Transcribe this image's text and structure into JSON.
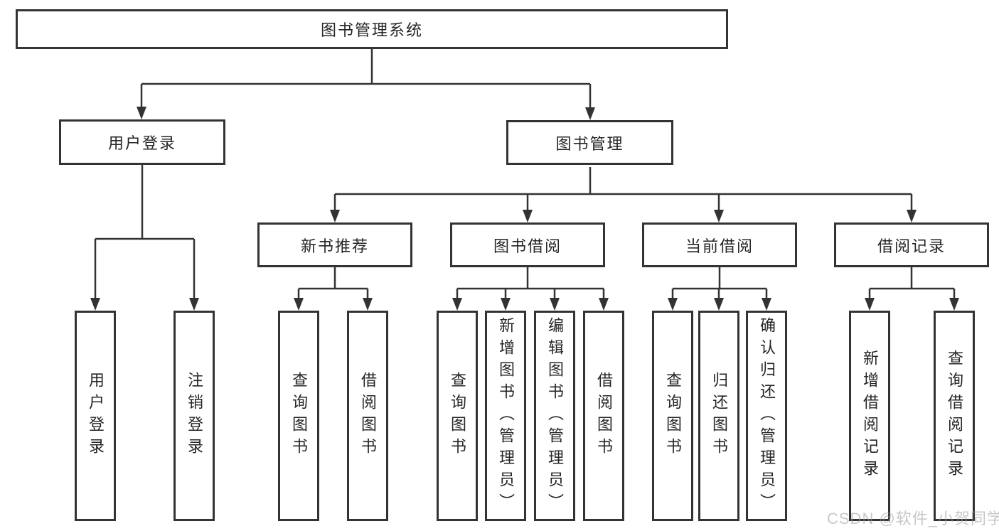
{
  "diagram": {
    "title": "图书管理系统",
    "level2": [
      {
        "label": "用户登录",
        "children": [
          "用户登录",
          "注销登录"
        ]
      },
      {
        "label": "图书管理",
        "children": [
          {
            "label": "新书推荐",
            "children": [
              "查询图书",
              "借阅图书"
            ]
          },
          {
            "label": "图书借阅",
            "children": [
              "查询图书",
              "新增图书（管理员）",
              "编辑图书（管理员）",
              "借阅图书"
            ]
          },
          {
            "label": "当前借阅",
            "children": [
              "查询图书",
              "归还图书",
              "确认归还（管理员）"
            ]
          },
          {
            "label": "借阅记录",
            "children": [
              "新增借阅记录",
              "查询借阅记录"
            ]
          }
        ]
      }
    ]
  },
  "watermark": "CSDN @软件_小贺同学",
  "colors": {
    "line": "#333333",
    "box_border": "#333333",
    "box_fill": "#ffffff",
    "text": "#262626",
    "watermark": "#9b9b9b",
    "background": "#ffffff"
  }
}
